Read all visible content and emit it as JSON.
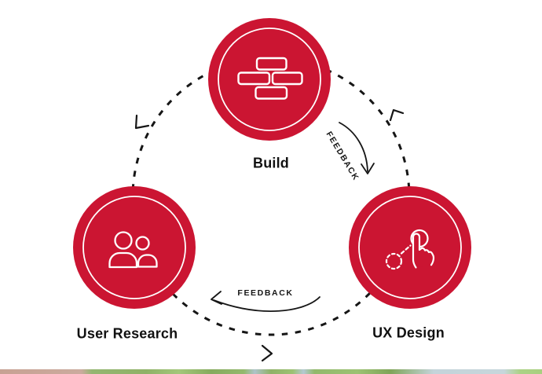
{
  "diagram": {
    "nodes": [
      {
        "id": "build",
        "label": "Build",
        "icon": "bricks-icon"
      },
      {
        "id": "user-research",
        "label": "User Research",
        "icon": "people-icon"
      },
      {
        "id": "ux-design",
        "label": "UX Design",
        "icon": "tap-gesture-icon"
      }
    ],
    "feedback_arrows": [
      {
        "label": "FEEDBACK",
        "from": "Build",
        "to": "UX Design"
      },
      {
        "label": "FEEDBACK",
        "from": "UX Design",
        "to": "User Research"
      }
    ],
    "colors": {
      "node_fill": "#cb1532",
      "node_ring": "#ffffff",
      "line": "#161616",
      "label_text": "#111111"
    }
  }
}
